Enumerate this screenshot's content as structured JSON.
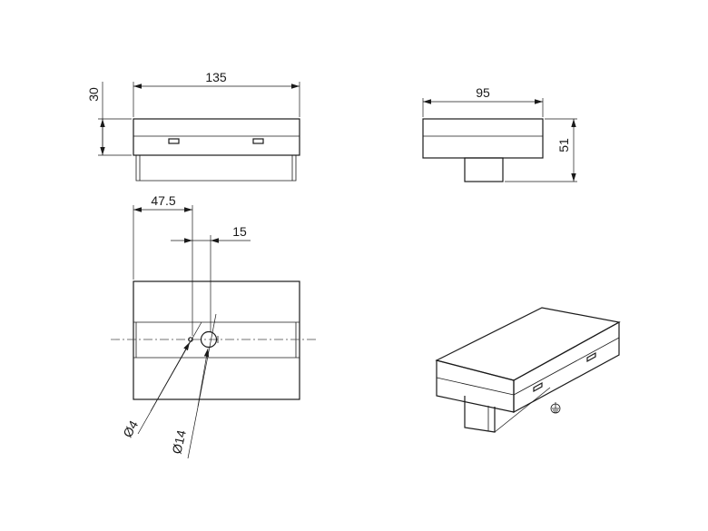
{
  "dimensions": {
    "front_width": "135",
    "front_height": "30",
    "side_width": "95",
    "side_height": "51",
    "hole_offset": "47.5",
    "hole_spacing": "15",
    "small_hole_diameter": "Ø4",
    "large_hole_diameter": "Ø14"
  }
}
